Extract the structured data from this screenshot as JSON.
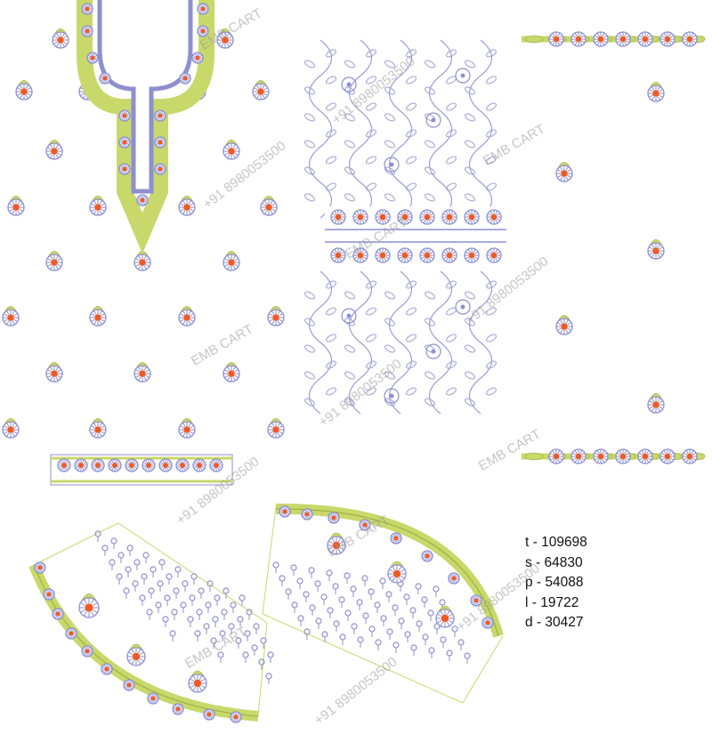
{
  "stats": [
    {
      "label": "t - 109698"
    },
    {
      "label": "s - 64830"
    },
    {
      "label": "p - 54088"
    },
    {
      "label": "l - 19722"
    },
    {
      "label": "d - 30427"
    }
  ],
  "watermarks": {
    "brand": "EMB CART",
    "phone": "+91 8980053500"
  },
  "colors": {
    "petal": "#8c8fd0",
    "center": "#ee5a24",
    "leaf": "#c8d86a",
    "stem": "#9b9ed6"
  }
}
